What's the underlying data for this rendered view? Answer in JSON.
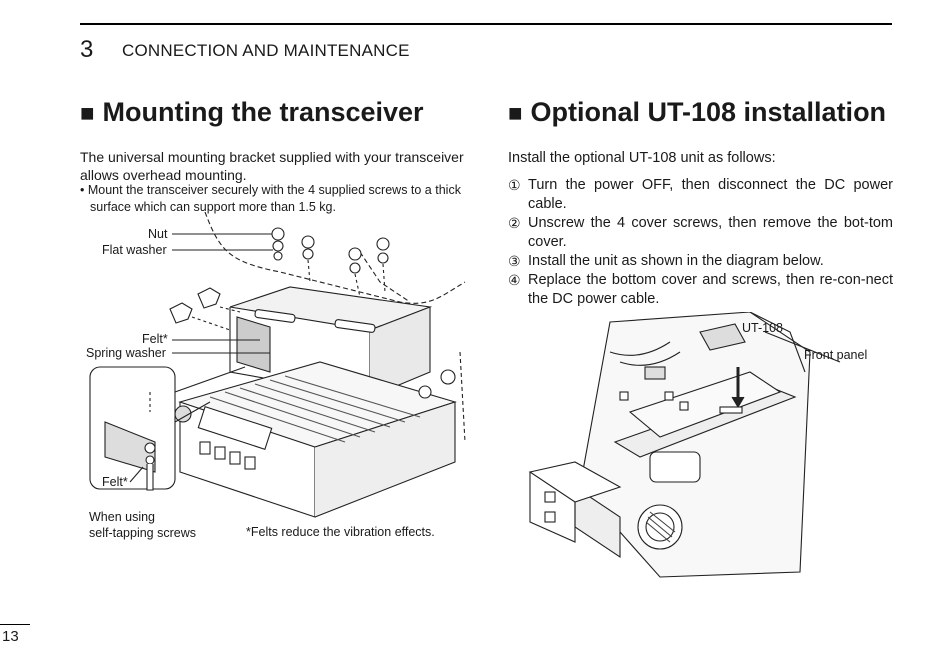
{
  "header": {
    "chapter_number": "3",
    "chapter_title": "CONNECTION AND MAINTENANCE"
  },
  "left": {
    "heading": "Mounting the transceiver",
    "heading_marker": "■",
    "intro": "The universal mounting bracket supplied with your transceiver allows overhead mounting.",
    "bullet_line1": "• Mount the transceiver securely with the 4 supplied screws to a thick",
    "bullet_line2": "surface which can support more than 1.5 kg.",
    "labels": {
      "nut": "Nut",
      "flat_washer": "Flat washer",
      "felt1": "Felt*",
      "spring_washer": "Spring washer",
      "felt2": "Felt*"
    },
    "screw_note_line1": "When using",
    "screw_note_line2": "self-tapping screws",
    "felts_note": "*Felts reduce the vibration effects."
  },
  "right": {
    "heading": "Optional UT-108 installation",
    "heading_marker": "■",
    "intro": "Install the optional UT-108 unit as follows:",
    "steps": [
      {
        "num": "①",
        "text": "Turn the power OFF, then disconnect the DC power cable."
      },
      {
        "num": "②",
        "text": "Unscrew the 4 cover screws, then remove the bot-tom cover."
      },
      {
        "num": "③",
        "text": "Install the unit as shown in the diagram below."
      },
      {
        "num": "④",
        "text": "Replace the bottom cover and screws, then re-con-nect the DC power cable."
      }
    ],
    "labels": {
      "ut108": "UT-108",
      "front_panel": "Front panel"
    }
  },
  "footer": {
    "page_number": "13"
  }
}
